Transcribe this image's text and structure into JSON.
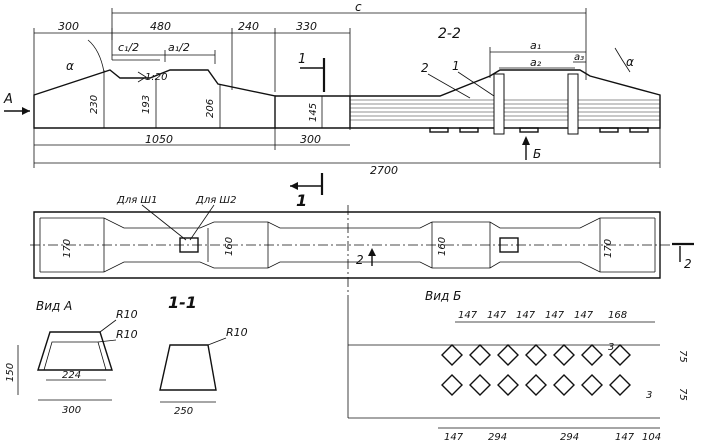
{
  "labels": {
    "c": "c",
    "sec22": "2-2",
    "A": "A",
    "B": "Б",
    "sec1": "1",
    "sec1b": "1",
    "sec2": "2",
    "sec2b": "2",
    "c1half_a": "c₁/2",
    "a1half": "a₁/2",
    "slope": "1:20",
    "alpha_l": "α",
    "alpha_r": "α",
    "lbl1": "1",
    "lbl2": "2",
    "a1": "a₁",
    "a2": "a₂",
    "a3": "a₃",
    "sh1": "Для Ш1",
    "sh2": "Для Ш2",
    "vidA": "Вид А",
    "vidB": "Вид Б",
    "s11": "1-1",
    "n3a": "3",
    "n3b": "3"
  },
  "dims": {
    "d300": "300",
    "d480": "480",
    "d240": "240",
    "d330": "330",
    "d230": "230",
    "d193": "193",
    "d206": "206",
    "d145": "145",
    "d1050": "1050",
    "d300b": "300",
    "d2700": "2700",
    "d170l": "170",
    "d160l": "160",
    "d160r": "160",
    "d170r": "170",
    "r10a": "R10",
    "r10b": "R10",
    "r10c": "R10",
    "d150": "150",
    "d224": "224",
    "d300c": "300",
    "d250": "250",
    "t147a": "147",
    "t147b": "147",
    "t147c": "147",
    "t147d": "147",
    "t147e": "147",
    "t168": "168",
    "b147a": "147",
    "b294a": "294",
    "b294b": "294",
    "b147b": "147",
    "b104": "104",
    "r75a": "75",
    "r75b": "75"
  }
}
